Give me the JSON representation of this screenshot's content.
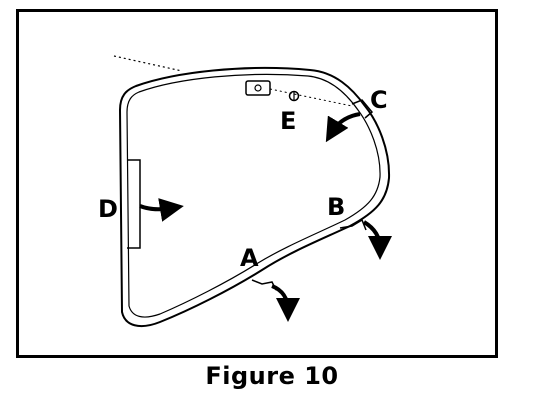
{
  "diagram": {
    "callouts": {
      "a": "A",
      "b": "B",
      "c": "C",
      "d": "D",
      "e": "E"
    },
    "caption": "Figure 10"
  },
  "colors": {
    "ink": "#000000",
    "paper": "#ffffff"
  }
}
